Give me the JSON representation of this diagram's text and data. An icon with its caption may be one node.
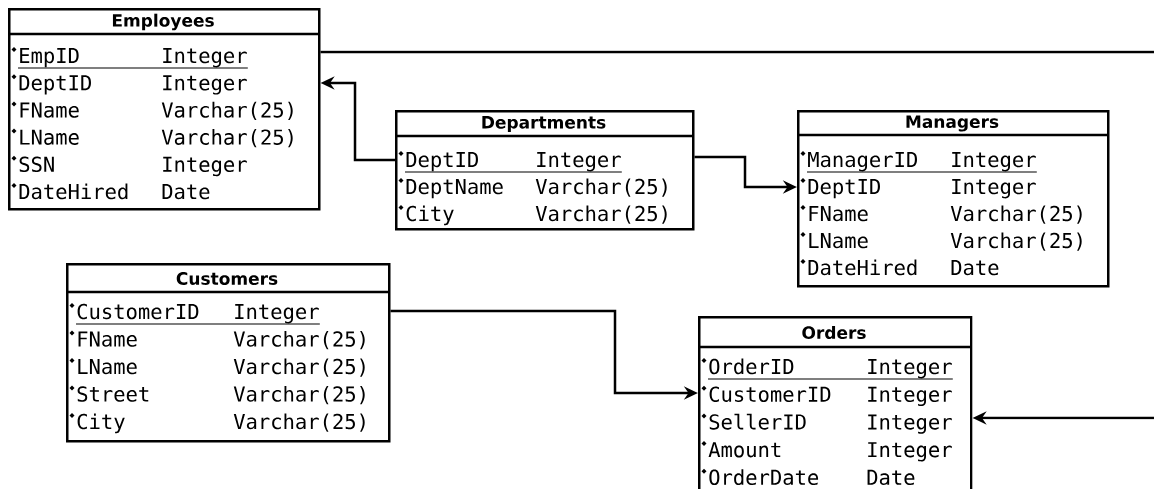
{
  "diagram": {
    "nodes": [
      {
        "text": [
          "Employees",
          "EmpID",
          "Integer",
          "DeptID",
          "Integer",
          "FName",
          "Varchar(25)",
          "LName",
          "Varchar(25)",
          "SSN",
          "Integer",
          "DateHired",
          "Date"
        ]
      },
      {
        "text": [
          "Departments",
          "DeptID",
          "Integer",
          "DeptName",
          "Varchar(25)",
          "City",
          "Varchar(25)"
        ]
      },
      {
        "text": [
          "Managers",
          "ManagerID",
          "Integer",
          "DeptID",
          "Integer",
          "FName",
          "Varchar(25)",
          "LName",
          "Varchar(25)",
          "DateHired",
          "Date"
        ]
      },
      {
        "text": [
          "Customers",
          "CustomerID",
          "Integer",
          "FName",
          "Varchar(25)",
          "LName",
          "Varchar(25)",
          "Street",
          "Varchar(25)",
          "City",
          "Varchar(25)"
        ]
      },
      {
        "text": [
          "Orders",
          "OrderID",
          "Integer",
          "CustomerID",
          "Integer",
          "SellerID",
          "Integer",
          "Amount",
          "Integer",
          "OrderDate",
          "Date"
        ]
      }
    ],
    "edges": [
      {
        "from": 1,
        "to": 0,
        "arrow": "to"
      },
      {
        "from": 1,
        "to": 2,
        "arrow": "to"
      },
      {
        "from": 3,
        "to": 4,
        "arrow": "to"
      },
      {
        "from": 0,
        "to": 4,
        "arrow": "to"
      }
    ]
  }
}
